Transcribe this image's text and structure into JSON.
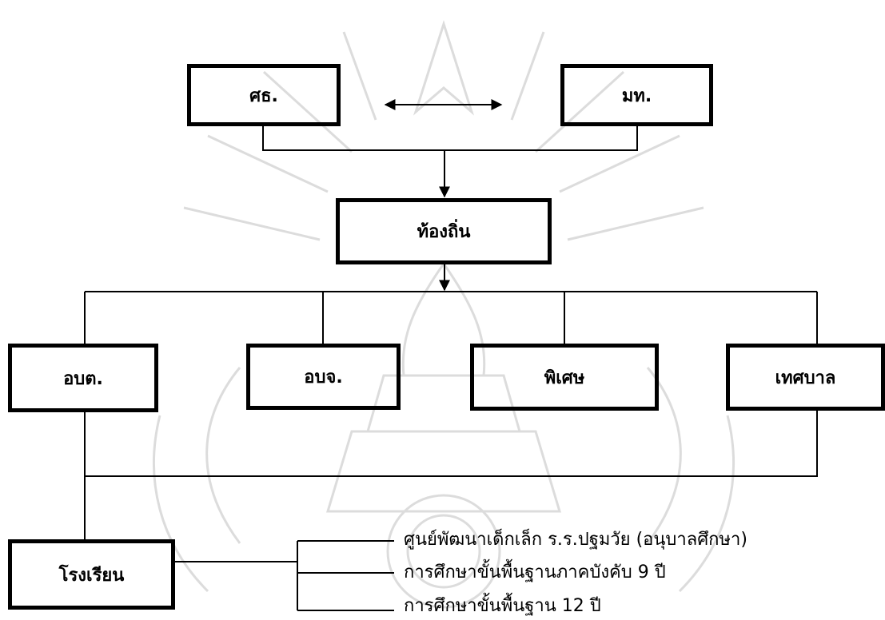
{
  "nodes": {
    "sor": "ศธ.",
    "mor": "มท.",
    "local": "ท้องถิ่น",
    "obt": "อบต.",
    "obj": "อบจ.",
    "special": "พิเศษ",
    "municipality": "เทศบาล",
    "school": "โรงเรียน"
  },
  "school_levels": [
    "ศูนย์พัฒนาเด็กเล็ก ร.ร.ปฐมวัย (อนุบาลศึกษา)",
    "การศึกษาขั้นพื้นฐานภาคบังคับ 9 ปี",
    "การศึกษาขั้นพื้นฐาน 12 ปี"
  ],
  "colors": {
    "line": "#000000",
    "watermark": "#d9d9d9"
  }
}
